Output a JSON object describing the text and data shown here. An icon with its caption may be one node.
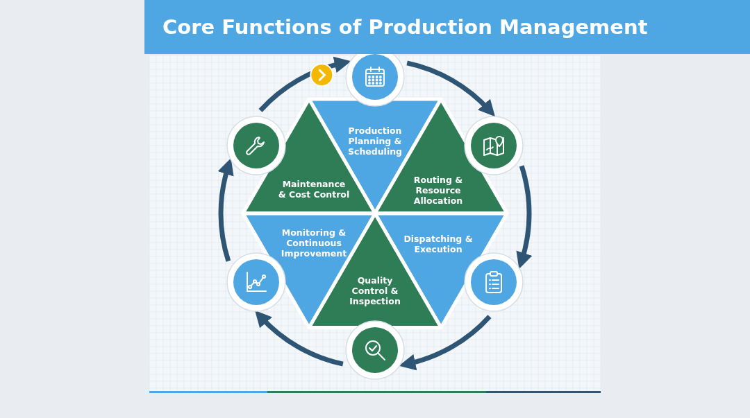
{
  "diagram": {
    "title": "Core Functions of Production Management",
    "nodes": [
      {
        "text": [
          "Production Planning & Scheduling"
        ]
      },
      {
        "text": [
          "Routing & Resource Allocation"
        ]
      },
      {
        "text": [
          "Dispatching & Execution"
        ]
      },
      {
        "text": [
          "Quality Control & Inspection"
        ]
      },
      {
        "text": [
          "Monitoring & Continuous Improvement"
        ]
      },
      {
        "text": [
          "Maintenance & Cost Control"
        ]
      },
      {
        "text": [],
        "shape": "circle"
      },
      {
        "text": [],
        "shape": "circle"
      },
      {
        "text": [],
        "shape": "circle"
      },
      {
        "text": [],
        "shape": "circle"
      },
      {
        "text": [],
        "shape": "circle"
      },
      {
        "text": [],
        "shape": "circle"
      }
    ],
    "edges": [
      {
        "from": 6,
        "to": 7,
        "arrow": "to"
      },
      {
        "from": 7,
        "to": 8,
        "arrow": "to"
      },
      {
        "from": 8,
        "to": 9,
        "arrow": "to"
      },
      {
        "from": 9,
        "to": 10,
        "arrow": "to"
      },
      {
        "from": 10,
        "to": 11,
        "arrow": "to"
      },
      {
        "from": 11,
        "to": 6,
        "arrow": "to"
      }
    ]
  }
}
